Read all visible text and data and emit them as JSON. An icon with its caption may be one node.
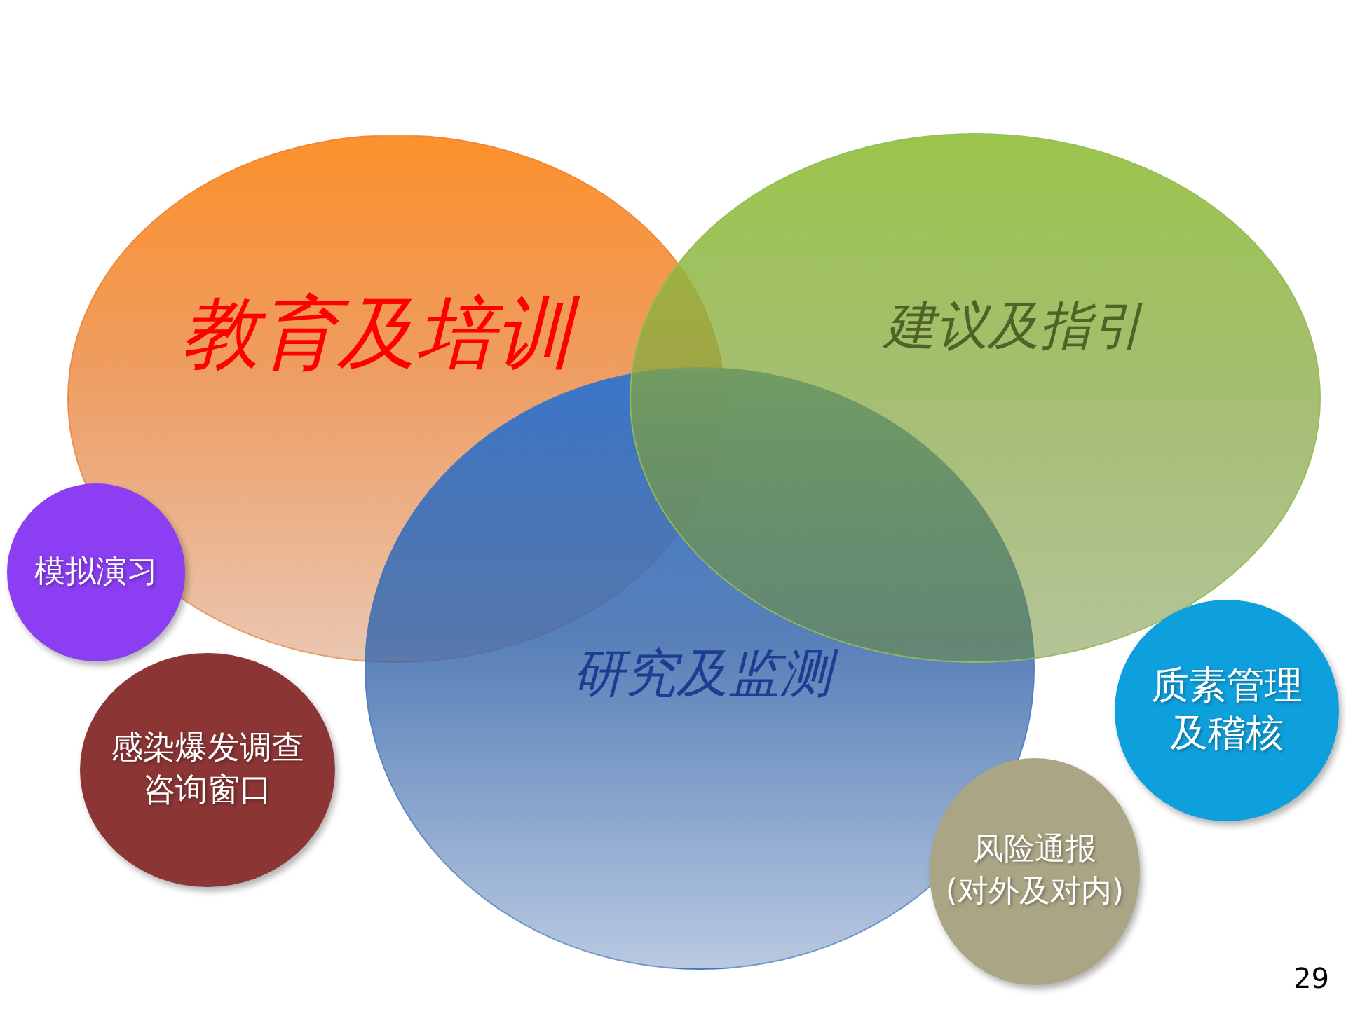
{
  "diagram": {
    "nodes": [
      {
        "text": [
          "教育及培训"
        ]
      },
      {
        "text": [
          "建议及指引"
        ]
      },
      {
        "text": [
          "研究及监测"
        ]
      },
      {
        "text": [
          "模拟演习"
        ]
      },
      {
        "text": [
          "感染爆发调查咨询窗口"
        ]
      },
      {
        "text": [
          "质素管理及稽核"
        ]
      },
      {
        "text": [
          "风险通报 (对外及对内)"
        ]
      }
    ],
    "labels": [
      "29"
    ]
  }
}
